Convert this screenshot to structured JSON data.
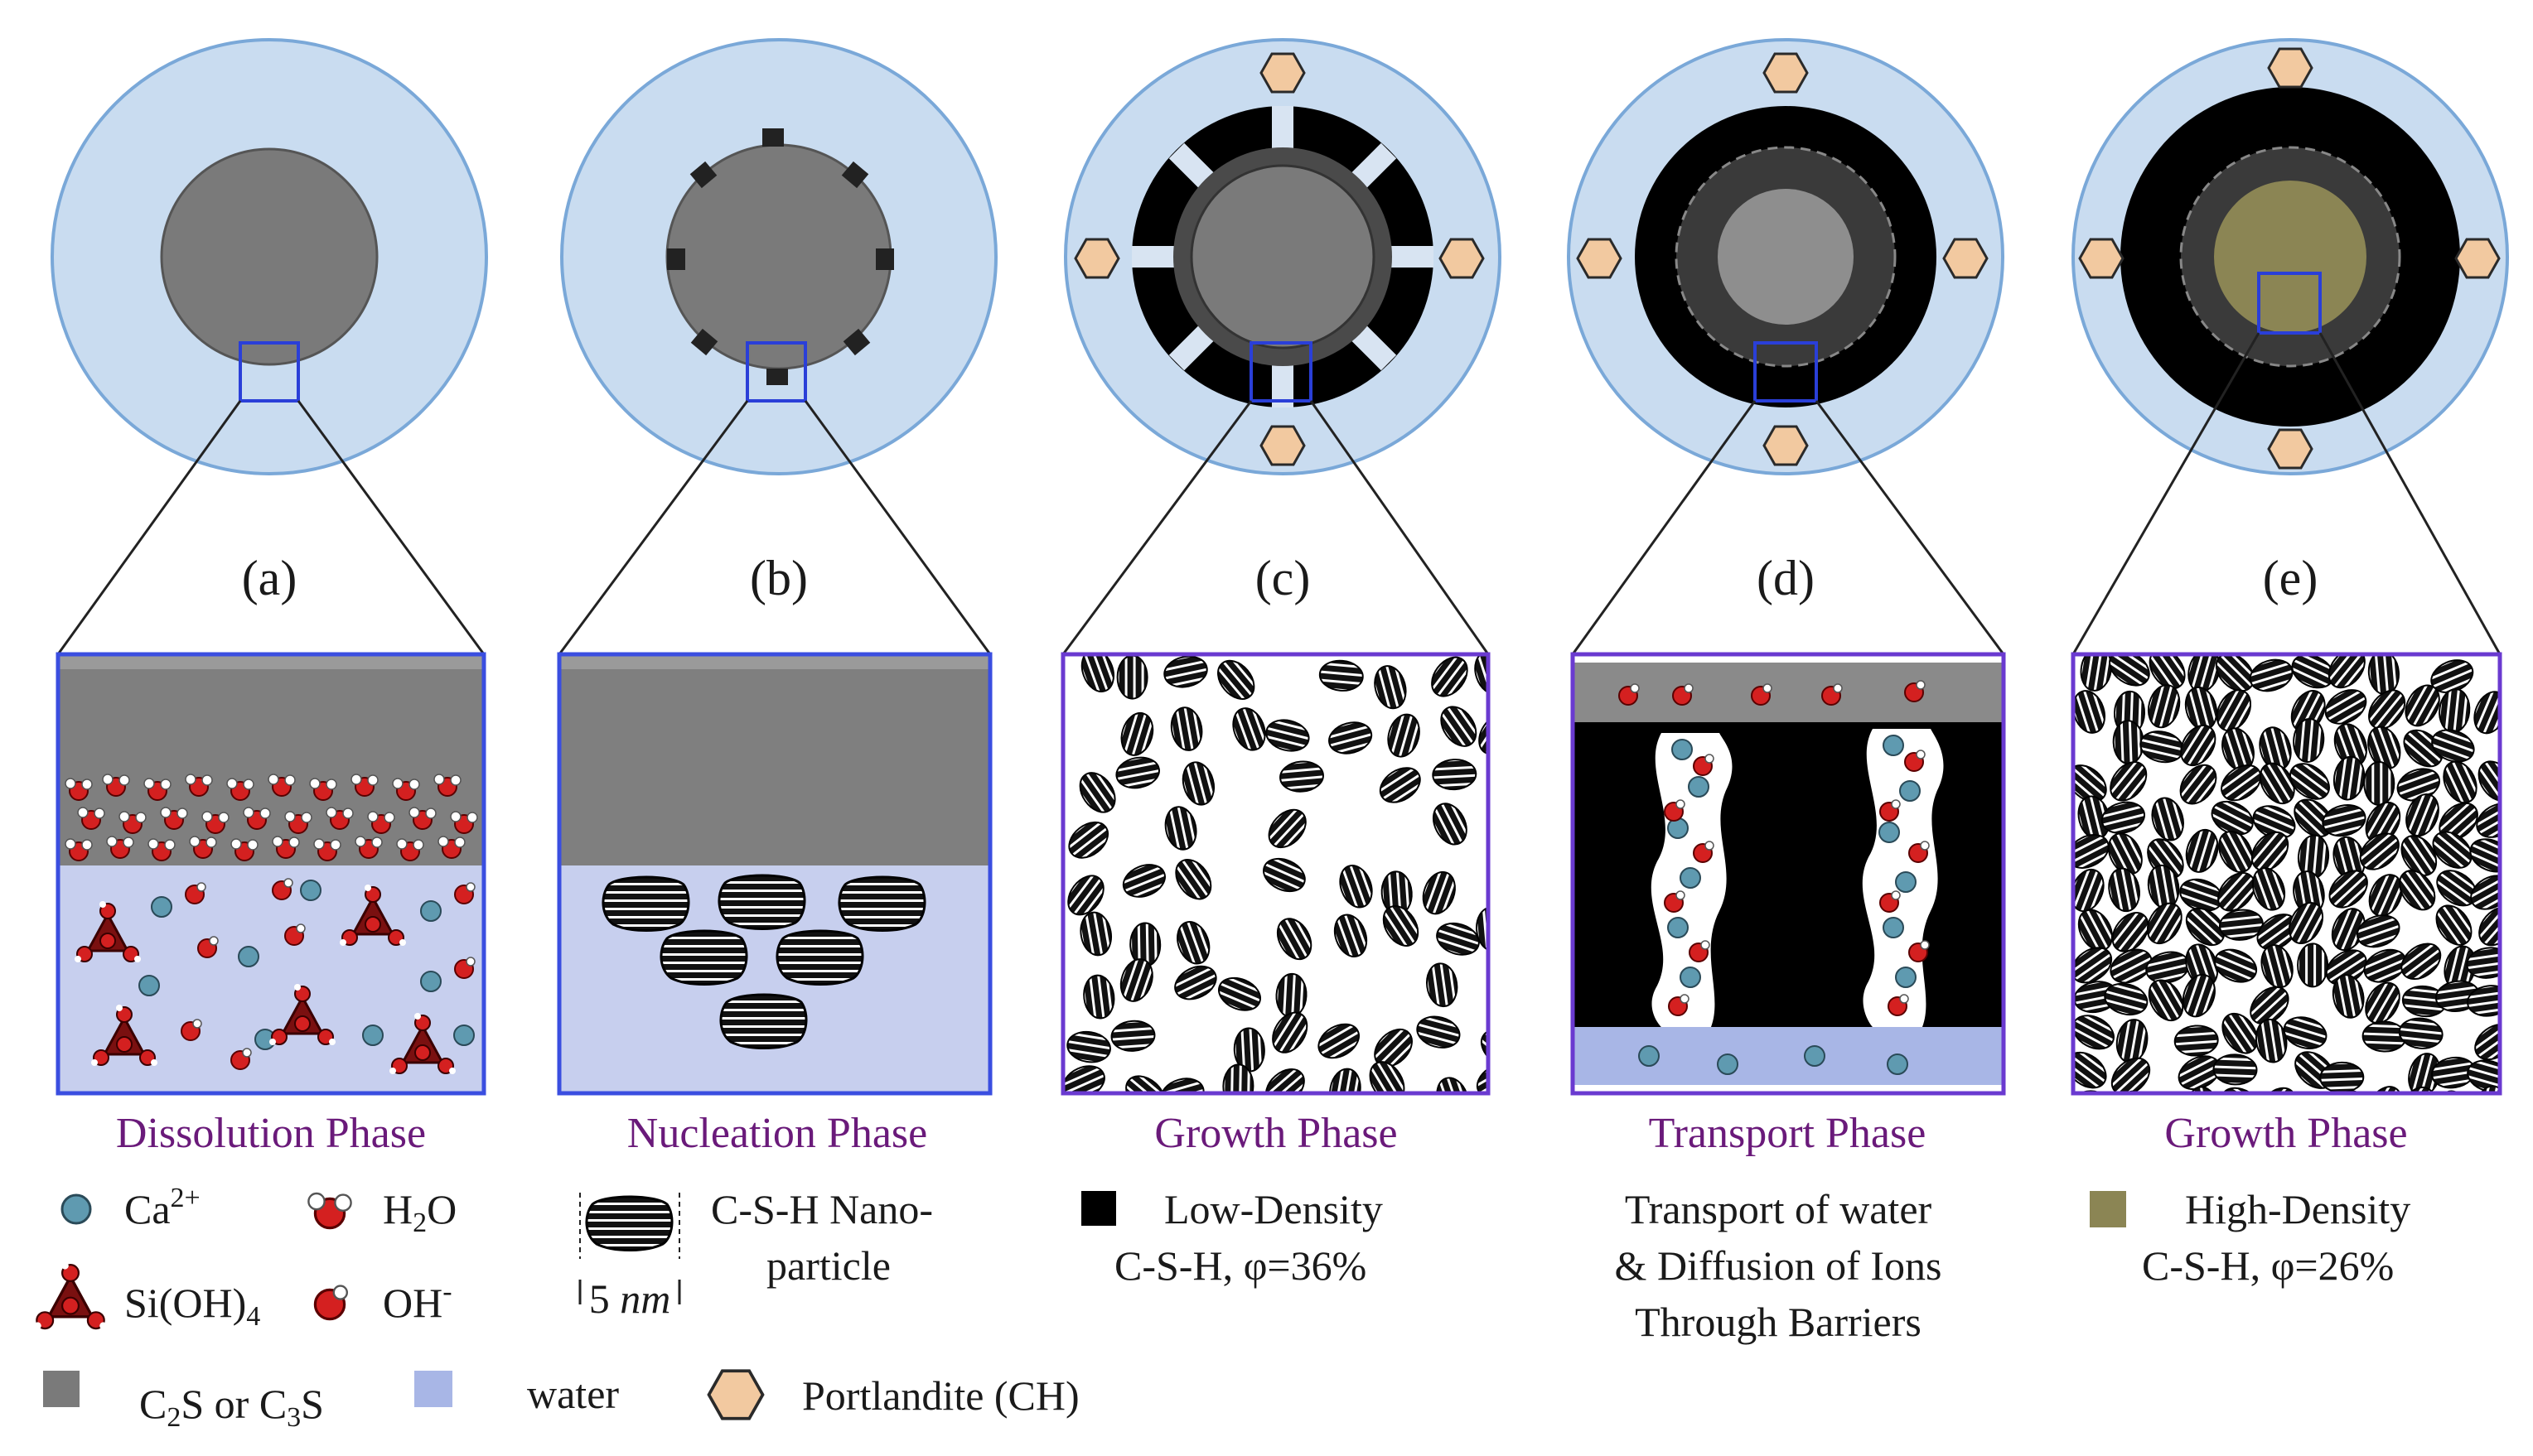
{
  "panels": [
    {
      "letter": "(a)",
      "phase": "Dissolution Phase"
    },
    {
      "letter": "(b)",
      "phase": "Nucleation Phase"
    },
    {
      "letter": "(c)",
      "phase": "Growth Phase"
    },
    {
      "letter": "(d)",
      "phase": "Transport Phase"
    },
    {
      "letter": "(e)",
      "phase": "Growth Phase"
    }
  ],
  "legend": {
    "ca": {
      "base": "Ca",
      "sup": "2+"
    },
    "h2o": {
      "base": "H",
      "sub": "2",
      "rest": "O"
    },
    "sioh4": {
      "base": "Si(OH)",
      "sub": "4"
    },
    "oh": {
      "base": "OH",
      "sup": "-"
    },
    "csh_nano_line1": "C-S-H Nano-",
    "csh_nano_line2": "particle",
    "scale_num": "5",
    "scale_unit": "nm",
    "ld_line1": "Low-Density",
    "ld_line2": "C-S-H, φ=36%",
    "transport_line1": "Transport of water",
    "transport_line2": "& Diffusion of Ions",
    "transport_line3": "Through Barriers",
    "hd_line1": "High-Density",
    "hd_line2": "C-S-H, φ=26%",
    "c2s_a": "C",
    "c2s_sub1": "2",
    "c2s_b": "S or C",
    "c2s_sub2": "3",
    "c2s_c": "S",
    "water": "water",
    "portlandite": "Portlandite (CH)"
  },
  "colors": {
    "water_light": "#c9dcf0",
    "water_box": "#c7cfee",
    "clinker": "#7a7a7a",
    "ld_csh": "#000000",
    "hd_csh": "#8b8554",
    "portlandite": "#f2c9a0",
    "ca_ion": "#5f9ab0",
    "oxygen": "#d42020",
    "si": "#7a1010",
    "zoom_box": "#2a3fd8",
    "box_border": "#6a3ad0",
    "phase_text": "#6a1a7a",
    "ring": "#7aa8d8"
  }
}
